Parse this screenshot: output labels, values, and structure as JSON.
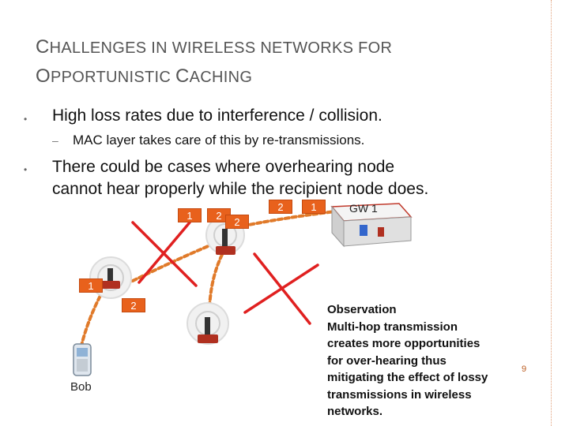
{
  "slide": {
    "title": {
      "line1_cap": "C",
      "line1_rest": "HALLENGES IN WIRELESS NETWORKS  FOR",
      "line2_cap1": "O",
      "line2_rest1": "PPORTUNISTIC ",
      "line2_cap2": "C",
      "line2_rest2": "ACHING"
    },
    "bullets": [
      {
        "text": "High loss rates due to interference  / collision."
      },
      {
        "text_line1": "There could be cases where overhearing node",
        "text_line2": "cannot hear properly while the recipient node does."
      }
    ],
    "sub_bullets": [
      {
        "text": "MAC layer takes care of this by re-transmissions."
      }
    ],
    "bullet_symbol": "•",
    "dash_symbol": "–",
    "packets": {
      "p_a": "1",
      "p_b": "2",
      "p_c": "2",
      "p_d": "2",
      "p_e": "1",
      "p_f": "1",
      "p_g": "2"
    },
    "gateway_label": "GW 1",
    "device_label": "Bob",
    "observation": [
      "Observation",
      "Multi-hop transmission",
      "creates more opportunities",
      "for over-hearing thus",
      "mitigating the effect of lossy",
      "transmissions in wireless",
      "networks."
    ],
    "page_number": "9",
    "colors": {
      "accent": "#e8611c",
      "link_dotted": "#e07a2a",
      "cross": "#e02020",
      "title": "#555555"
    }
  }
}
